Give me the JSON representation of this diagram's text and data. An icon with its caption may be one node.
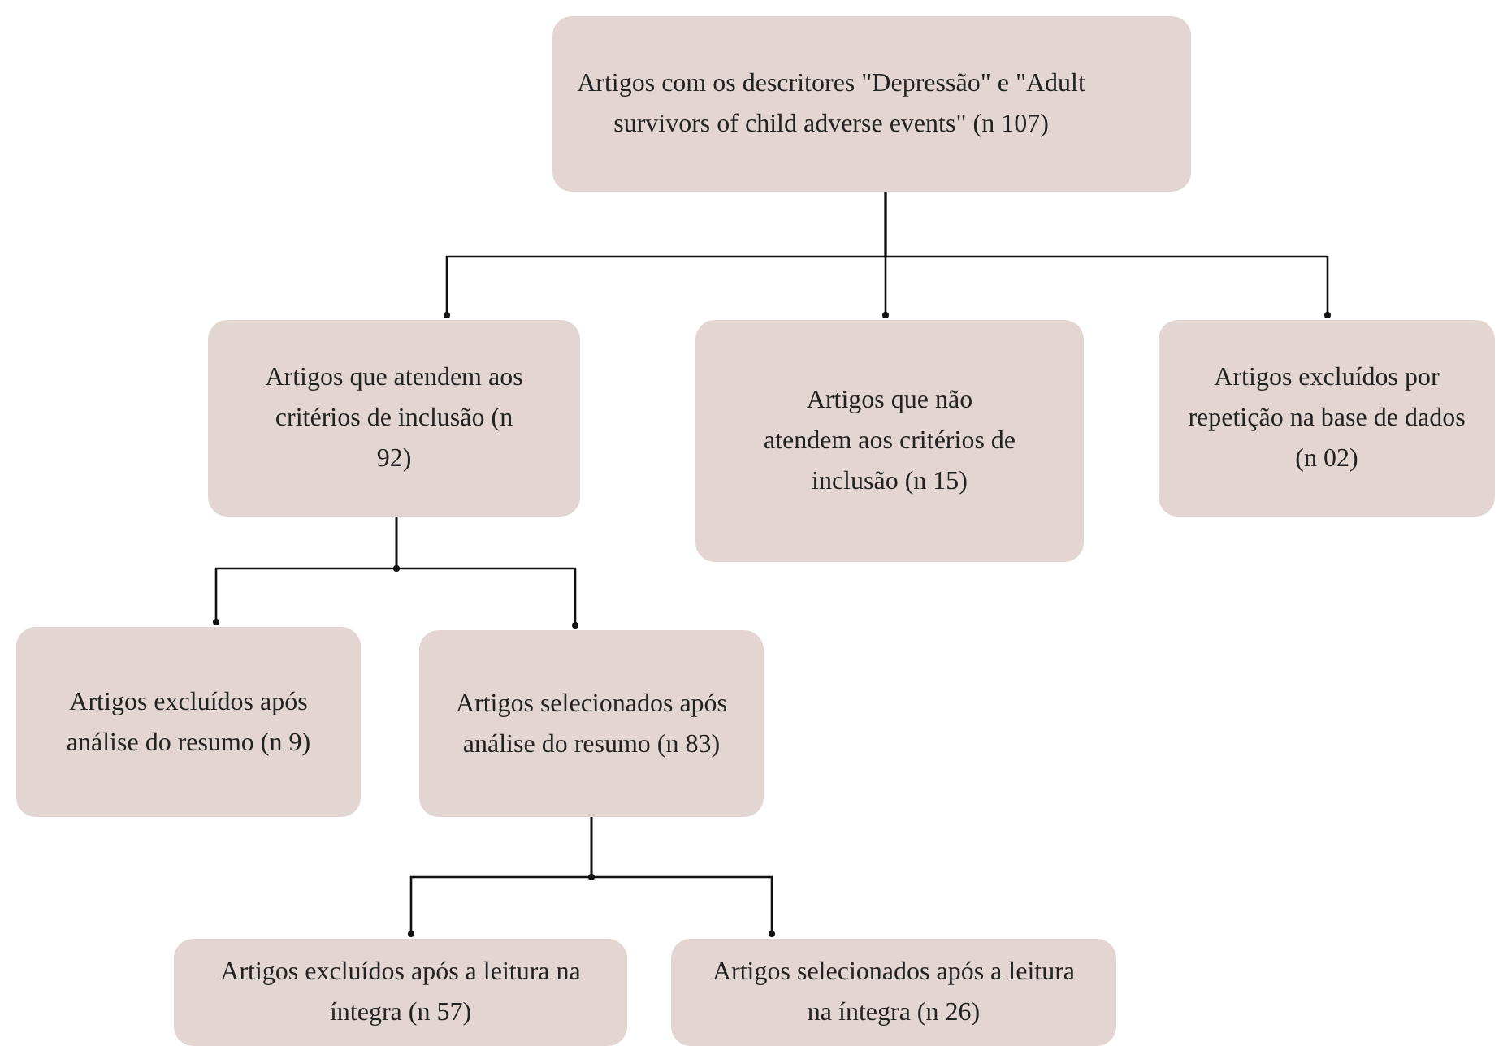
{
  "diagram": {
    "nodes": [
      {
        "text": [
          "Artigos com os descritores \"Depressão\" e \"Adult survivors of child adverse events\" (n 107)"
        ]
      },
      {
        "text": [
          "Artigos que atendem aos critérios de inclusão (n 92)"
        ]
      },
      {
        "text": [
          "Artigos que não atendem aos critérios de inclusão (n 15)"
        ]
      },
      {
        "text": [
          "Artigos excluídos por repetição na base de dados (n 02)"
        ]
      },
      {
        "text": [
          "Artigos excluídos após análise do resumo (n 9)"
        ]
      },
      {
        "text": [
          "Artigos selecionados após análise do resumo (n 83)"
        ]
      },
      {
        "text": [
          "Artigos excluídos após a leitura na íntegra (n 57)"
        ]
      },
      {
        "text": [
          "Artigos selecionados após a leitura na íntegra (n 26)"
        ]
      }
    ],
    "edges": [
      {
        "from": 0,
        "to": 1,
        "arrow": "other"
      },
      {
        "from": 0,
        "to": 2,
        "arrow": "other"
      },
      {
        "from": 0,
        "to": 3,
        "arrow": "other"
      },
      {
        "from": 1,
        "to": 4,
        "arrow": "other"
      },
      {
        "from": 1,
        "to": 5,
        "arrow": "other"
      },
      {
        "from": 5,
        "to": 6,
        "arrow": "other"
      },
      {
        "from": 5,
        "to": 7,
        "arrow": "other"
      }
    ]
  }
}
